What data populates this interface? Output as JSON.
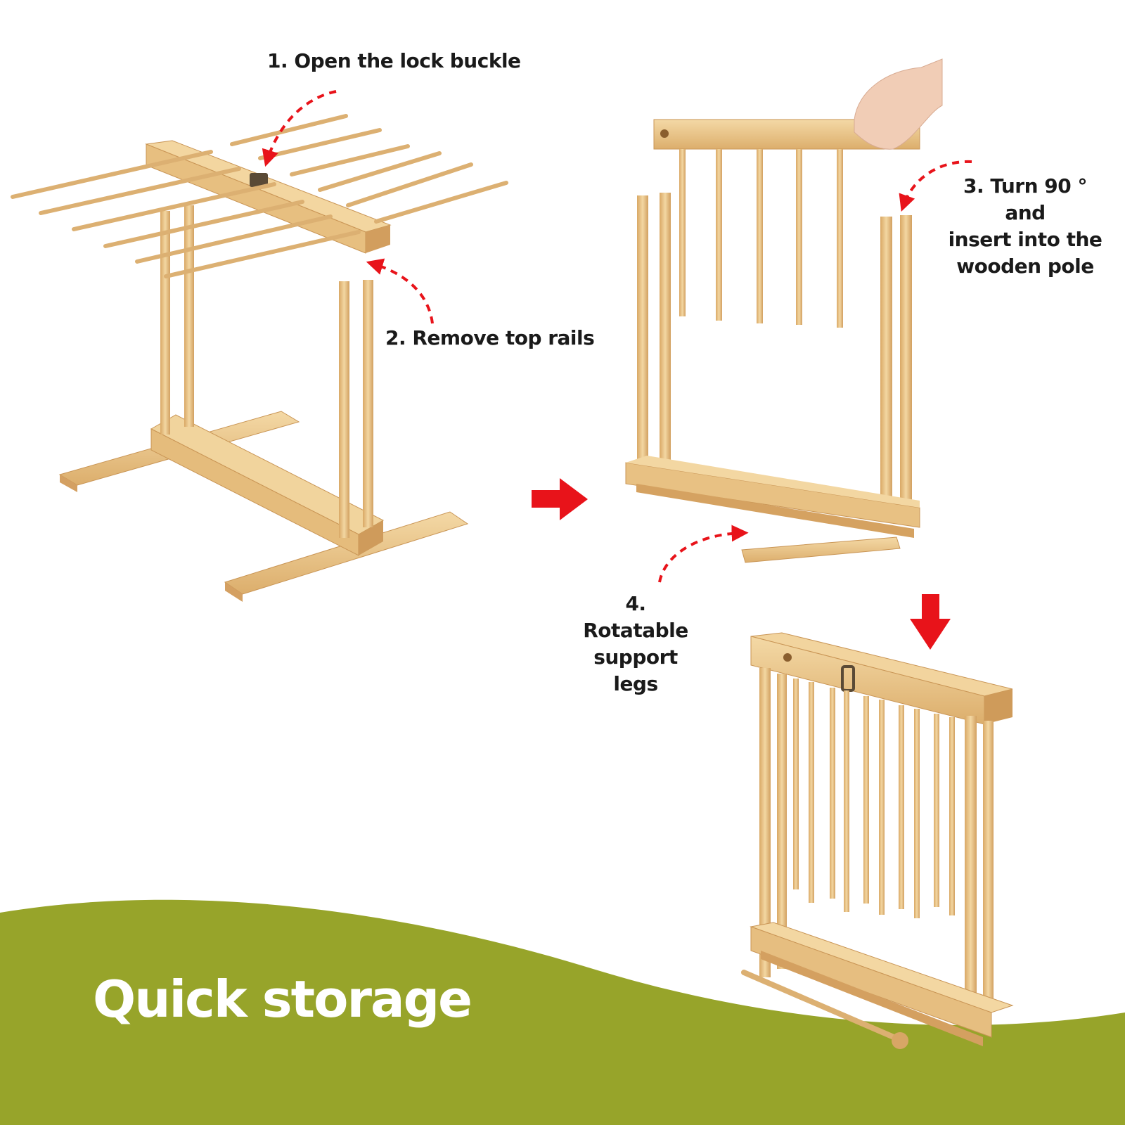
{
  "steps": {
    "step1": "1. Open the lock buckle",
    "step2": "2. Remove top rails",
    "step3": "3. Turn 90 ° and\ninsert into the\nwooden pole",
    "step4": "4. Rotatable\nsupport legs"
  },
  "banner": {
    "title": "Quick storage"
  },
  "colors": {
    "banner_green": "#97a42a",
    "wood_light": "#efcf97",
    "wood_dark": "#d9a865",
    "arrow_red": "#e8131a",
    "text": "#1a1a1a"
  },
  "icons": [
    "red-arrow-right-icon",
    "red-arrow-down-icon",
    "dashed-curved-arrow-icon"
  ]
}
